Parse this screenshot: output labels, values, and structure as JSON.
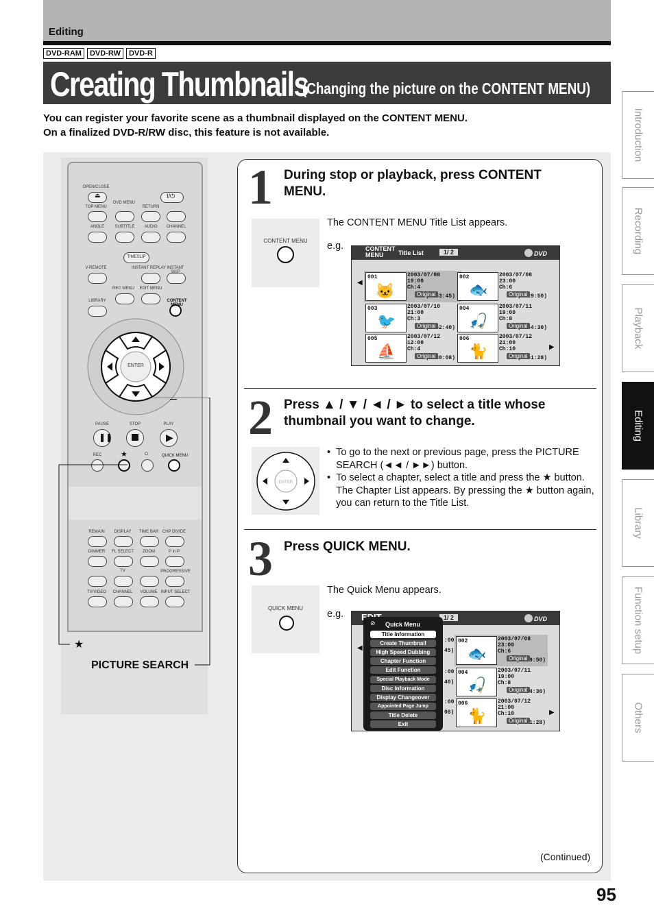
{
  "header": {
    "section": "Editing",
    "badges": [
      "DVD-RAM",
      "DVD-RW",
      "DVD-R"
    ],
    "title": "Creating Thumbnails",
    "subtitle": "(Changing the picture on the CONTENT MENU)"
  },
  "intro": [
    "You can register your favorite scene as a thumbnail displayed on the CONTENT MENU.",
    "On a finalized DVD-R/RW disc, this feature is not available."
  ],
  "remote": {
    "labels": {
      "open_close": "OPEN/CLOSE",
      "top_menu": "TOP MENU",
      "dvd_menu": "DVD MENU",
      "return": "RETURN",
      "angle": "ANGLE",
      "subtitle": "SUBTITLE",
      "audio": "AUDIO",
      "channel": "CHANNEL",
      "timeslip": "TIMESLIP",
      "vremote": "V-REMOTE",
      "instant_replay": "INSTANT REPLAY",
      "instant_skip": "INSTANT SKIP",
      "rec_menu": "REC MENU",
      "edit_menu": "EDIT MENU",
      "library": "LIBRARY",
      "content_menu": "CONTENT MENU",
      "enter": "ENTER",
      "pause": "PAUSE",
      "stop": "STOP",
      "play": "PLAY",
      "rec": "REC",
      "quick_menu": "QUICK MENU",
      "remain": "REMAIN",
      "display": "DISPLAY",
      "time_bar": "TIME BAR",
      "chp_divide": "CHP DIVIDE",
      "dimmer": "DIMMER",
      "fl_select": "FL SELECT",
      "zoom": "ZOOM",
      "p_in_p": "P in P",
      "tv": "TV",
      "progressive": "PROGRESSIVE",
      "tv_video": "TV/VIDEO",
      "channel2": "CHANNEL",
      "volume": "VOLUME",
      "input_select": "INPUT SELECT"
    },
    "star_label": "★",
    "picture_search_label": "PICTURE SEARCH"
  },
  "steps": [
    {
      "num": "1",
      "heading": "During stop or playback, press CONTENT MENU.",
      "icon_label": "CONTENT MENU",
      "text": "The CONTENT MENU Title List appears.",
      "eg": "e.g."
    },
    {
      "num": "2",
      "heading": "Press ▲ / ▼ / ◄ / ► to select a title whose thumbnail you want to change.",
      "bullets": [
        "To go to the next or previous page, press the PICTURE SEARCH (◄◄ / ►►) button.",
        "To select a chapter, select a title and press the ★ button. The Chapter List appears. By pressing the ★ button again, you can return to the Title List."
      ]
    },
    {
      "num": "3",
      "heading": "Press QUICK MENU.",
      "icon_label": "QUICK MENU",
      "text": "The Quick Menu appears.",
      "eg": "e.g."
    }
  ],
  "screen1": {
    "menu_label": "CONTENT MENU",
    "list_label": "Title List",
    "page": "1/ 2",
    "dvd": "DVD",
    "items": [
      {
        "num": "001",
        "date": "2003/07/08 19:00",
        "ch": "Ch:4",
        "dur": "(0:53:45)",
        "tag": "Original"
      },
      {
        "num": "002",
        "date": "2003/07/08 23:00",
        "ch": "Ch:6",
        "dur": "(0:29:50)",
        "tag": "Original"
      },
      {
        "num": "003",
        "date": "2003/07/10 21:00",
        "ch": "Ch:3",
        "dur": "(0:52:40)",
        "tag": "Original"
      },
      {
        "num": "004",
        "date": "2003/07/11 19:00",
        "ch": "Ch:8",
        "dur": "(0:54:30)",
        "tag": "Original"
      },
      {
        "num": "005",
        "date": "2003/07/12 12:00",
        "ch": "Ch:4",
        "dur": "(0:30:08)",
        "tag": "Original"
      },
      {
        "num": "006",
        "date": "2003/07/12 21:00",
        "ch": "Ch:10",
        "dur": "(0:51:28)",
        "tag": "Original"
      }
    ]
  },
  "screen2": {
    "menu_label": "EDIT",
    "page": "1/ 2",
    "dvd": "DVD",
    "quick_title": "Quick Menu",
    "quick_items": [
      "Title Information",
      "Create Thumbnail",
      "High Speed Dubbing",
      "Chapter Function",
      "Edit Function",
      "Special Playback Mode",
      "Disc Information",
      "Display Changeover",
      "Appointed Page Jump",
      "Title Delete",
      "Exit"
    ],
    "partial": [
      ":00",
      "45)",
      ":00",
      "40)",
      ":00",
      "08)"
    ],
    "items": [
      {
        "num": "002",
        "date": "2003/07/08 23:00",
        "ch": "Ch:6",
        "dur": "(0:29:50)",
        "tag": "Original"
      },
      {
        "num": "004",
        "date": "2003/07/11 19:00",
        "ch": "Ch:8",
        "dur": "(0:54:30)",
        "tag": "Original"
      },
      {
        "num": "006",
        "date": "2003/07/12 21:00",
        "ch": "Ch:10",
        "dur": "(0:51:28)",
        "tag": "Original"
      }
    ]
  },
  "tabs": [
    "Introduction",
    "Recording",
    "Playback",
    "Editing",
    "Library",
    "Function setup",
    "Others"
  ],
  "footer": {
    "continued": "(Continued)",
    "page": "95"
  }
}
